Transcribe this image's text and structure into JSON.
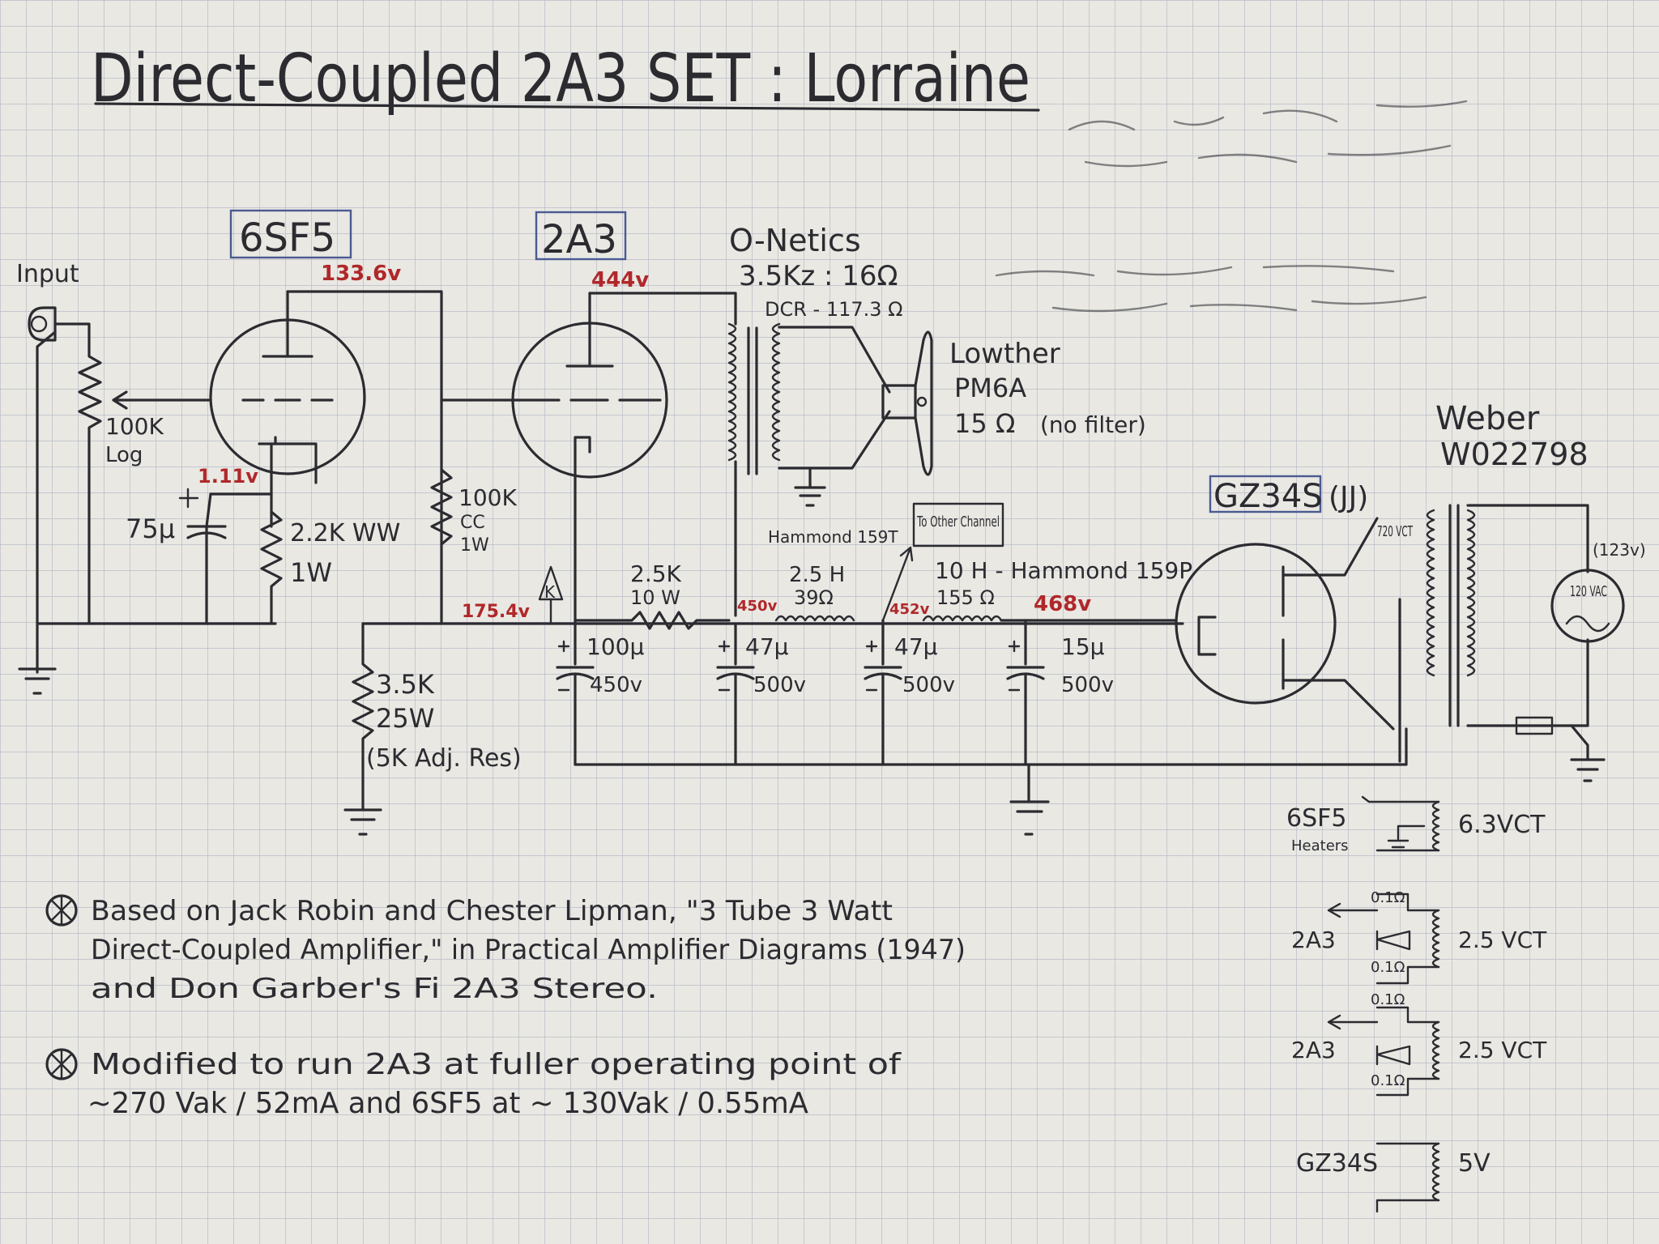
{
  "title": "Direct-Coupled 2A3 SET : Lorraine",
  "tubes": {
    "driver": "6SF5",
    "output": "2A3",
    "rectifier": "GZ34S",
    "rectifier_brand": "(JJ)"
  },
  "input": {
    "label": "Input",
    "pot_value": "100K",
    "pot_taper": "Log"
  },
  "cathode": {
    "voltage": "1.11v",
    "cap_value": "75µ",
    "resistor_value": "2.2K WW",
    "resistor_power": "1W"
  },
  "plate_load": {
    "value": "100K",
    "type": "CC",
    "power": "1W"
  },
  "voltages": {
    "driver_plate": "133.6v",
    "output_plate": "444v",
    "output_cathode": "175.4v",
    "node_450": "450v",
    "node_452": "452v",
    "node_468": "468v"
  },
  "cathode_resistor": {
    "value": "3.5K",
    "power": "25W",
    "note": "(5K Adj. Res)"
  },
  "transformer": {
    "brand": "O-Netics",
    "ratio": "3.5Kz : 16Ω",
    "dcr": "DCR - 117.3 Ω"
  },
  "speaker": {
    "brand": "Lowther",
    "model": "PM6A",
    "impedance": "15 Ω",
    "note": "(no filter)"
  },
  "filter": {
    "res_value": "2.5K",
    "res_power": "10 W",
    "choke1_name": "Hammond 159T",
    "choke1_h": "2.5 H",
    "choke1_dcr": "39Ω",
    "other_channel": "To Other Channel",
    "choke2_spec": "10 H - Hammond 159P",
    "choke2_dcr": "155 Ω",
    "cap1_value": "100µ",
    "cap1_voltage": "450v",
    "cap2_value": "47µ",
    "cap2_voltage": "500v",
    "cap3_value": "47µ",
    "cap3_voltage": "500v",
    "cap4_value": "15µ",
    "cap4_voltage": "500v"
  },
  "power_transformer": {
    "brand": "Weber",
    "model": "W022798",
    "hv_secondary": "720 VCT",
    "mains": "120 VAC",
    "mains_note": "(123v)"
  },
  "heaters": {
    "h1_label": "6SF5",
    "h1_sub": "Heaters",
    "h1_volts": "6.3VCT",
    "h2_label": "2A3",
    "h2_volts": "2.5 VCT",
    "h3_label": "2A3",
    "h3_volts": "2.5 VCT",
    "h4_label": "GZ34S",
    "h4_volts": "5V",
    "trim": "0.1Ω"
  },
  "notes": {
    "n1_line1": "Based on Jack Robin and Chester Lipman, \"3 Tube 3 Watt",
    "n1_line2": "Direct-Coupled Amplifier,\" in Practical Amplifier Diagrams (1947)",
    "n1_line3": "and Don Garber's Fi 2A3 Stereo.",
    "n2_line1": "Modified to run 2A3 at fuller operating point of",
    "n2_line2": "~270 Vak / 52mA and 6SF5 at ~ 130Vak / 0.55mA"
  },
  "colors": {
    "paper": "#e9e8e3",
    "grid": "#b9bcc8",
    "ink": "#2b2b30",
    "voltage_red": "#b0282a",
    "box_blue": "#4a5a92"
  }
}
